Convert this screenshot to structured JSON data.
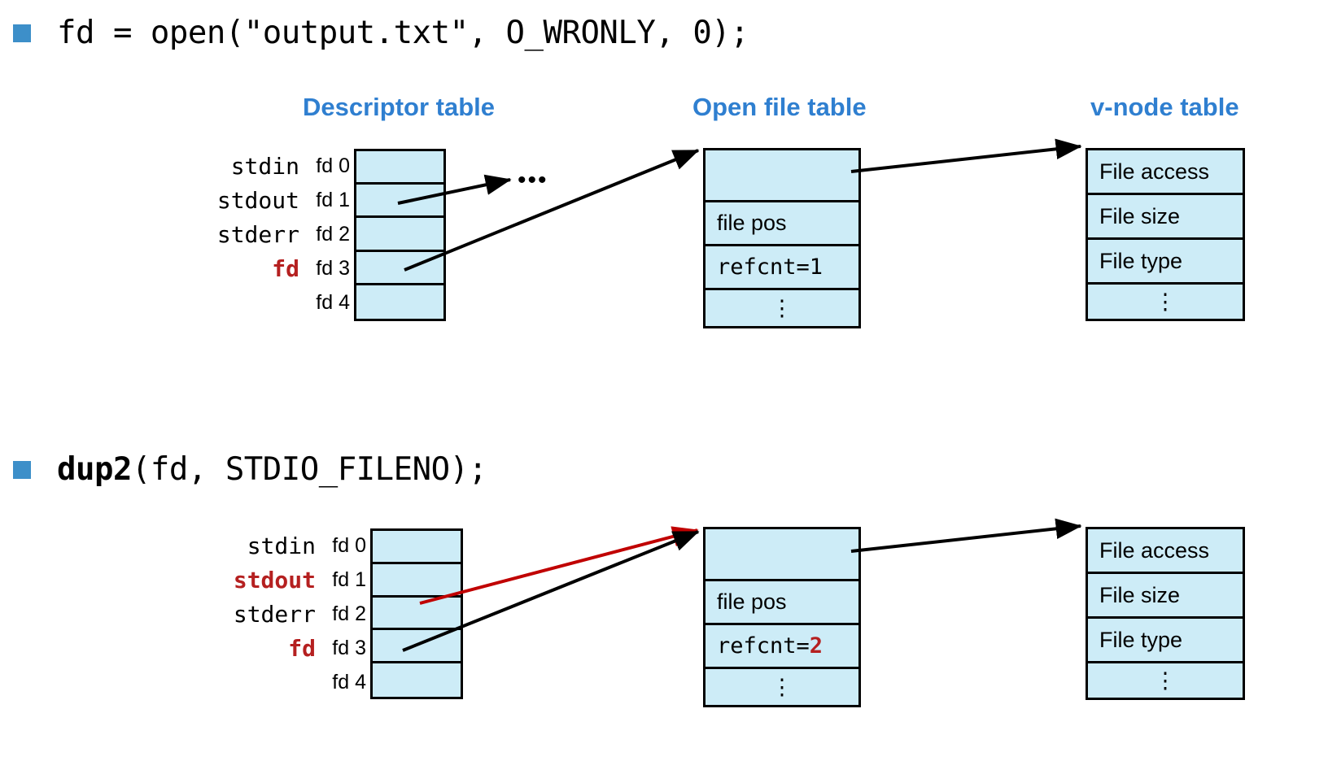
{
  "slide": {
    "bullets": [
      {
        "id": "open-call",
        "text": "fd = open(\"output.txt\", O_WRONLY, 0);"
      },
      {
        "id": "dup2-call",
        "bold_prefix": "dup2",
        "rest": "(fd, STDIO_FILENO);"
      }
    ],
    "colors": {
      "bullet_square": "#3d8fc9",
      "title_blue": "#2f7fd0",
      "cell_fill": "#cdecf7",
      "border": "#000000",
      "highlight_red": "#b52020",
      "arrow_black": "#000000",
      "arrow_red": "#c00000"
    }
  },
  "diagram_top": {
    "titles": {
      "descriptor": "Descriptor table",
      "openfile": "Open file table",
      "vnode": "v-node table"
    },
    "descriptor_rows": [
      {
        "name": "stdin",
        "fd": "fd 0",
        "highlight": false
      },
      {
        "name": "stdout",
        "fd": "fd 1",
        "highlight": false
      },
      {
        "name": "stderr",
        "fd": "fd 2",
        "highlight": false
      },
      {
        "name": "fd",
        "fd": "fd 3",
        "highlight": true
      },
      {
        "name": "",
        "fd": "fd 4",
        "highlight": false
      }
    ],
    "openfile_rows": [
      "",
      "file pos",
      "refcnt=1",
      "⋮"
    ],
    "openfile_refcnt_label": "refcnt=",
    "openfile_refcnt_value": "1",
    "openfile_refcnt_value_red": false,
    "vnode_rows": [
      "File access",
      "File size",
      "File type",
      "⋮"
    ],
    "ellipsis": "•••"
  },
  "diagram_bottom": {
    "descriptor_rows": [
      {
        "name": "stdin",
        "fd": "fd 0",
        "highlight": false
      },
      {
        "name": "stdout",
        "fd": "fd 1",
        "highlight": true
      },
      {
        "name": "stderr",
        "fd": "fd 2",
        "highlight": false
      },
      {
        "name": "fd",
        "fd": "fd 3",
        "highlight": true
      },
      {
        "name": "",
        "fd": "fd 4",
        "highlight": false
      }
    ],
    "openfile_rows": [
      "",
      "file pos",
      "refcnt=2",
      "⋮"
    ],
    "openfile_refcnt_label": "refcnt=",
    "openfile_refcnt_value": "2",
    "openfile_refcnt_value_red": true,
    "vnode_rows": [
      "File access",
      "File size",
      "File type",
      "⋮"
    ]
  }
}
